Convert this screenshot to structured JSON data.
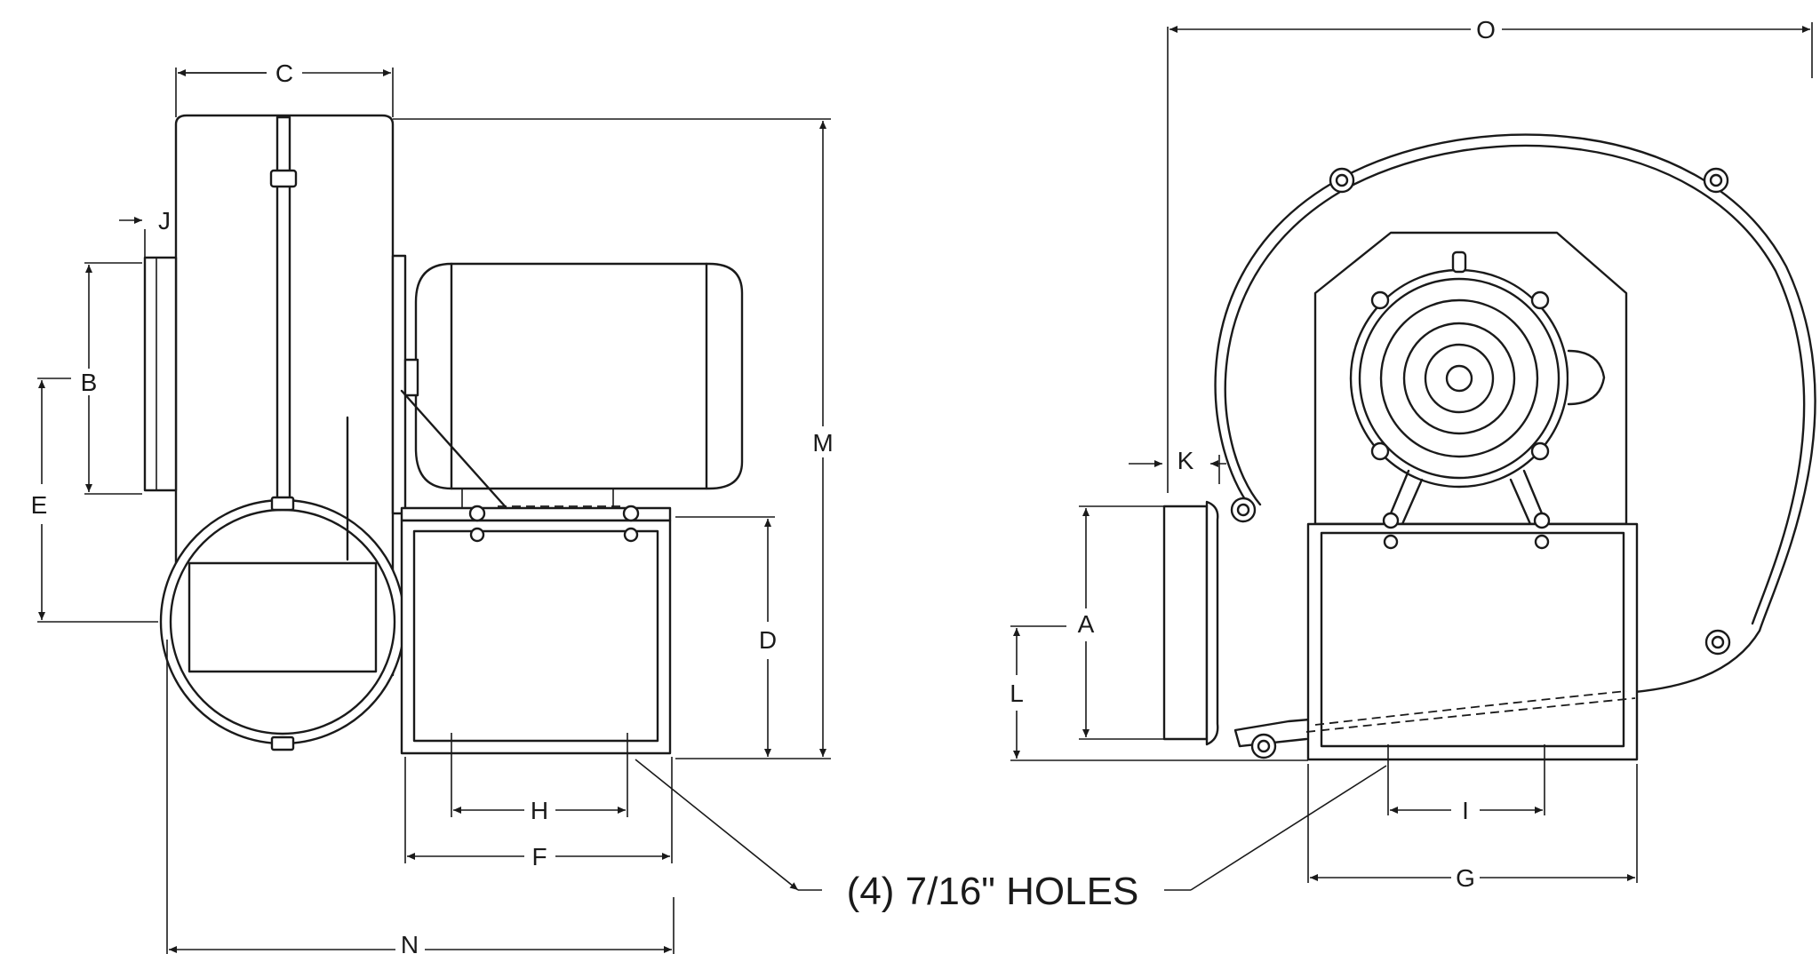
{
  "dimensions": {
    "A": "A",
    "B": "B",
    "C": "C",
    "D": "D",
    "E": "E",
    "F": "F",
    "G": "G",
    "H": "H",
    "I": "I",
    "J": "J",
    "K": "K",
    "L": "L",
    "M": "M",
    "N": "N",
    "O": "O"
  },
  "callout": {
    "holes": "(4) 7/16\" HOLES"
  },
  "icons": {
    "side_view": "blower-side-view",
    "front_view": "blower-front-view"
  }
}
